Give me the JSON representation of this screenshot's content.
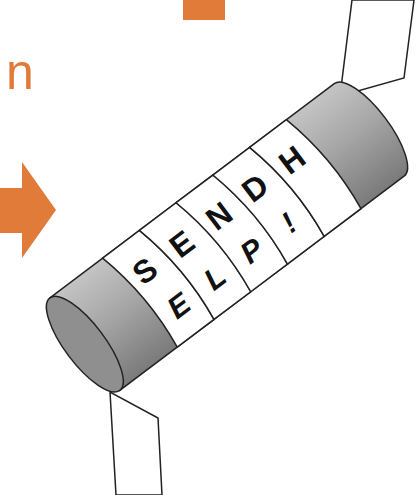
{
  "diagram": {
    "labels": [
      "n",
      "S",
      "E",
      "N",
      "D",
      "H",
      "E",
      "L",
      "P",
      "!"
    ]
  }
}
